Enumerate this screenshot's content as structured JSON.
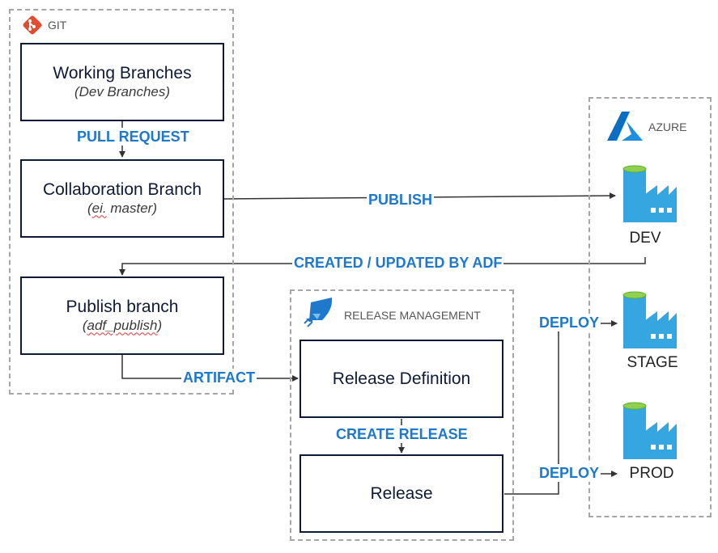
{
  "git_group": {
    "title": "GIT"
  },
  "release_group": {
    "title": "RELEASE MANAGEMENT"
  },
  "azure_group": {
    "title": "AZURE"
  },
  "boxes": {
    "working": {
      "title": "Working Branches",
      "subtitle": "(Dev Branches)"
    },
    "collaboration": {
      "title": "Collaboration Branch",
      "subtitle_pre": "(",
      "subtitle_underlined": "ei.",
      "subtitle_post": " master)"
    },
    "publish": {
      "title": "Publish branch",
      "subtitle_pre": "(",
      "subtitle_underlined": "adf_publish",
      "subtitle_post": ")"
    },
    "release_definition": {
      "title": "Release Definition"
    },
    "release": {
      "title": "Release"
    }
  },
  "labels": {
    "pull_request": "PULL REQUEST",
    "publish": "PUBLISH",
    "created_updated": "CREATED / UPDATED BY ADF",
    "artifact": "ARTIFACT",
    "create_release": "CREATE RELEASE",
    "deploy_stage": "DEPLOY",
    "deploy_prod": "DEPLOY"
  },
  "environments": {
    "dev": "DEV",
    "stage": "STAGE",
    "prod": "PROD"
  },
  "colors": {
    "label_blue": "#1e78cc",
    "box_border": "#0d1b36",
    "git_red": "#e14e2f",
    "azure_blue": "#0a6fc2",
    "factory_blue": "#35a6e0"
  },
  "icons": {
    "git": "git-logo-icon",
    "azure": "azure-logo-icon",
    "release_management": "azure-pipelines-icon",
    "factory": "data-factory-icon"
  }
}
